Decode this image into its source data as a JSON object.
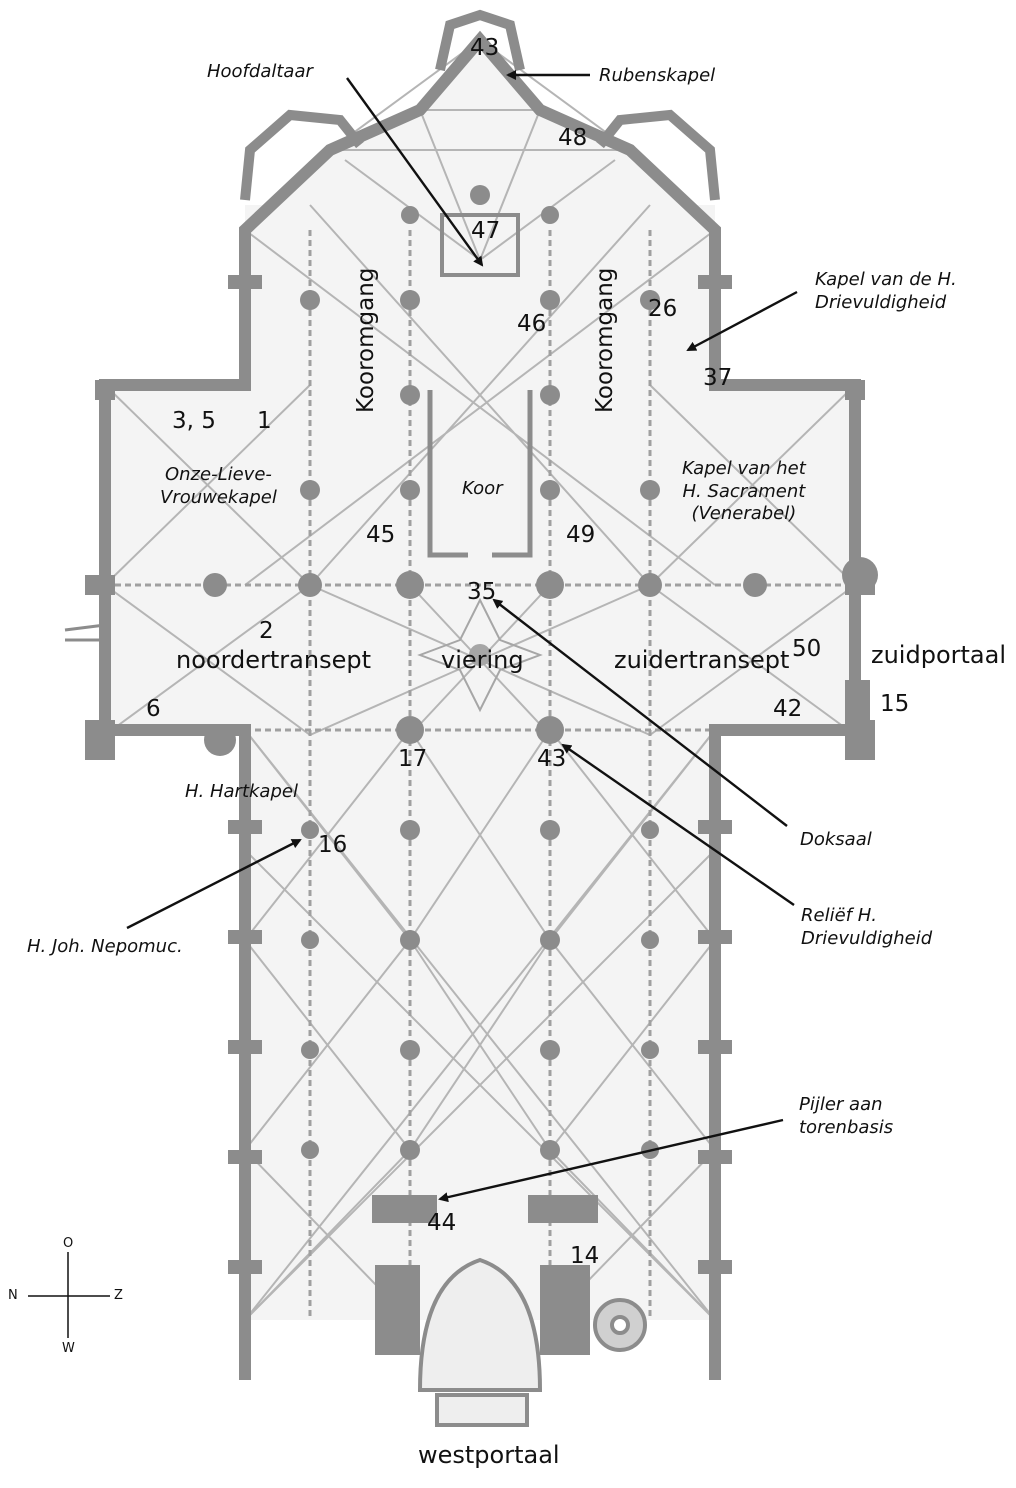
{
  "labels": {
    "hoofdaltaar": "Hoofdaltaar",
    "rubenskapel": "Rubenskapel",
    "kapel_drievuldigheid": [
      "Kapel van de H.",
      "Drievuldigheid"
    ],
    "onze_lieve_vrouwekapel": [
      "Onze-Lieve-",
      "Vrouwekapel"
    ],
    "kapel_sacrament": [
      "Kapel van het",
      "H. Sacrament",
      "(Venerabel)"
    ],
    "koor": "Koor",
    "koromgang_north": "Kooromgang",
    "koromgang_south": "Kooromgang",
    "noordertransept": "noordertransept",
    "viering": "viering",
    "zuidertransept": "zuidertransept",
    "zuidportaal": "zuidportaal",
    "westportaal": "westportaal",
    "hartkapel": "H. Hartkapel",
    "nepomuc": "H. Joh. Nepomuc.",
    "doksaal": "Doksaal",
    "relief": [
      "Reliëf H.",
      "Drievuldigheid"
    ],
    "pijler": [
      "Pijler aan",
      "torenbasis"
    ]
  },
  "numbers": {
    "n43_top": "43",
    "n48": "48",
    "n47": "47",
    "n46": "46",
    "n26": "26",
    "n37": "37",
    "n3_5": "3, 5",
    "n1": "1",
    "n45": "45",
    "n49": "49",
    "n35": "35",
    "n2": "2",
    "n50": "50",
    "n6": "6",
    "n42": "42",
    "n15": "15",
    "n17": "17",
    "n43_mid": "43",
    "n16": "16",
    "n44": "44",
    "n14": "14"
  },
  "compass": {
    "north": "N",
    "east": "O",
    "south": "Z",
    "west": "W"
  },
  "colors": {
    "wall": "#8c8c8c",
    "rib": "#b5b5b5",
    "floor": "#f4f4f4",
    "ink": "#111111"
  }
}
